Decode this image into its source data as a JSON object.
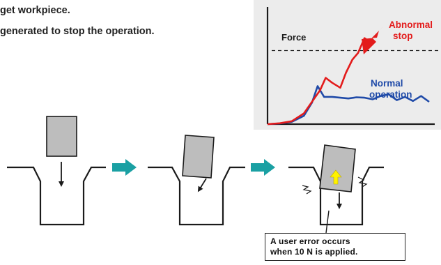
{
  "caption": {
    "line1": "get workpiece.",
    "line2": "generated to stop the operation."
  },
  "chart_data": {
    "type": "line",
    "ylabel": "Force",
    "xlabel": "",
    "grid": false,
    "legend": "inline labels",
    "threshold_line": "dashed",
    "series": [
      {
        "name": "Normal operation",
        "color": "#1f4aa8",
        "x": [
          0,
          1.5,
          3,
          4.5,
          5.5,
          6.2,
          7,
          8,
          9,
          10,
          11,
          12,
          13,
          14,
          15,
          16,
          17,
          18,
          19,
          20
        ],
        "y": [
          0,
          0.08,
          0.28,
          1.0,
          2.6,
          4.6,
          3.3,
          3.3,
          3.2,
          3.1,
          3.25,
          3.2,
          3.0,
          3.4,
          3.6,
          2.9,
          3.3,
          2.8,
          3.4,
          2.7
        ]
      },
      {
        "name": "Abnormal stop",
        "color": "#e31b1b",
        "x": [
          0,
          1.5,
          3,
          4.5,
          5.5,
          6.5,
          7.2,
          8,
          9,
          9.7,
          10.5,
          11.2,
          12,
          12.6
        ],
        "y": [
          0,
          0.1,
          0.35,
          1.3,
          2.7,
          4.1,
          5.6,
          5.0,
          4.4,
          6.2,
          7.8,
          8.6,
          10.4,
          10.0
        ]
      }
    ],
    "threshold": 8.9,
    "xlim": [
      0,
      20
    ],
    "ylim": [
      0,
      14
    ],
    "labels": {
      "force": "Force",
      "abnormal_1": "Abnormal",
      "abnormal_2": "stop",
      "normal_1": "Normal",
      "normal_2": "operation"
    }
  },
  "callout": {
    "line1": "A user error occurs",
    "line2": "when 10 N is applied."
  },
  "colors": {
    "teal_arrow": "#1aa0a3",
    "workpiece": "#bdbdbd",
    "outline": "#1a1a1a",
    "yellow_arrow": "#fff200",
    "red": "#e31b1b",
    "blue": "#1f4aa8",
    "panel_bg": "#ececec"
  }
}
